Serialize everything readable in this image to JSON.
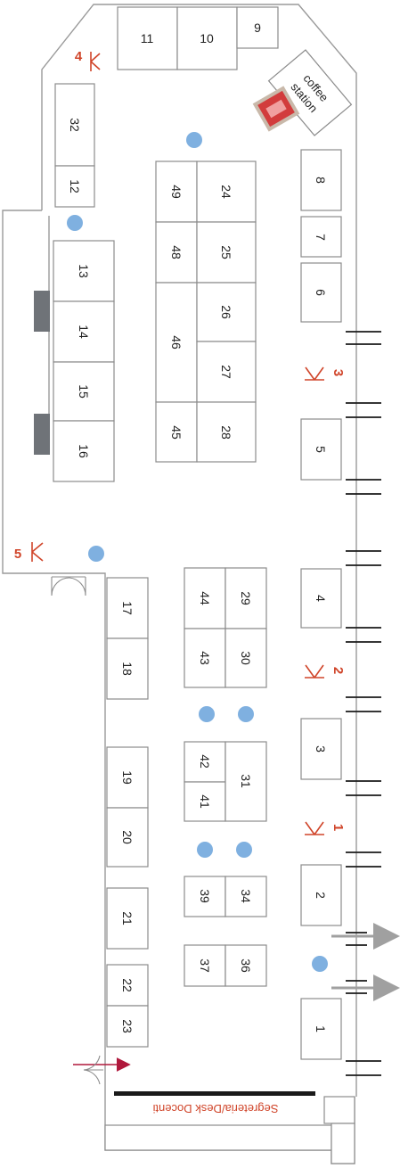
{
  "booths": {
    "b11": "11",
    "b10": "10",
    "b9": "9",
    "b32": "32",
    "b12": "12",
    "b13": "13",
    "b14": "14",
    "b15": "15",
    "b16": "16",
    "b49": "49",
    "b24": "24",
    "b48": "48",
    "b25": "25",
    "b46": "46",
    "b26": "26",
    "b27": "27",
    "b45": "45",
    "b28": "28",
    "b8": "8",
    "b7": "7",
    "b6": "6",
    "b5": "5",
    "b4": "4",
    "b3": "3",
    "b2": "2",
    "b1": "1",
    "b44": "44",
    "b29": "29",
    "b43": "43",
    "b30": "30",
    "b42": "42",
    "b41": "41",
    "b31": "31",
    "b39": "39",
    "b34": "34",
    "b37": "37",
    "b36": "36",
    "b17": "17",
    "b18": "18",
    "b19": "19",
    "b20": "20",
    "b21": "21",
    "b22": "22",
    "b23": "23"
  },
  "exits": {
    "e1": "1",
    "e2": "2",
    "e3": "3",
    "e4": "4",
    "e5": "5"
  },
  "coffee_station": {
    "line1": "coffee",
    "line2": "station"
  },
  "desk_label": "Segreteria/Desk Docenti",
  "colors": {
    "accent": "#d0452a",
    "column": "#7fb0e0",
    "entrance_arrow": "#b0183c",
    "exit_arrow": "#a0a0a0"
  }
}
